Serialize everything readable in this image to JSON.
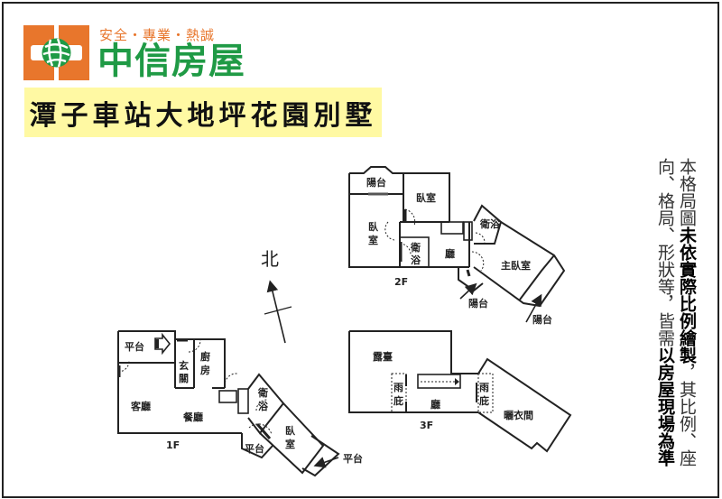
{
  "brand": {
    "slogan": "安全・專業・熱誠",
    "name": "中信房屋",
    "colors": {
      "orange": "#e8762c",
      "green": "#1f9a45",
      "banner": "#fff9a3"
    }
  },
  "title": "潭子車站大地坪花園別墅",
  "compass": {
    "label": "北"
  },
  "floors": {
    "f1": {
      "label": "1F",
      "rooms": {
        "platform_top": "平台",
        "entrance_1": "玄",
        "entrance_2": "關",
        "kitchen_1": "廚",
        "kitchen_2": "房",
        "living": "客廳",
        "dining": "餐廳",
        "bath_1": "衛",
        "bath_2": "浴",
        "bedroom_1": "臥",
        "bedroom_2": "室",
        "platform_mid": "平台",
        "platform_right": "平台"
      }
    },
    "f2": {
      "label": "2F",
      "rooms": {
        "balcony_top": "陽台",
        "bedroom_a": "臥室",
        "bedroom_b_1": "臥",
        "bedroom_b_2": "室",
        "bath_small_1": "衛",
        "bath_small_2": "浴",
        "hall": "廳",
        "bath": "衛浴",
        "master": "主臥室",
        "balcony_a": "陽台",
        "balcony_b": "陽台"
      }
    },
    "f3": {
      "label": "3F",
      "rooms": {
        "terrace": "露臺",
        "eave_left_1": "雨",
        "eave_left_2": "庇",
        "hall": "廳",
        "eave_right_1": "雨",
        "eave_right_2": "庇",
        "drying": "曬衣間"
      }
    }
  },
  "disclaimer": {
    "line1_a": "本格局圖",
    "line1_b": "未依實際比例繪製",
    "line1_c": "，其比例、座",
    "line2_a": "向、格局、形狀等，",
    "line2_b": "皆需",
    "line2_c": "以房屋現場為準"
  }
}
